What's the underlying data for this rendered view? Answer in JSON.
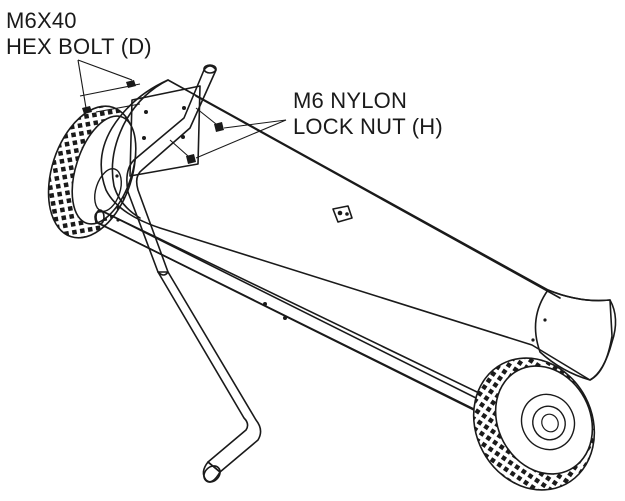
{
  "callouts": {
    "bolt": {
      "line1": "M6X40",
      "line2": "HEX BOLT (D)"
    },
    "nut": {
      "line1": "M6 NYLON",
      "line2": "LOCK NUT (H)"
    }
  },
  "colors": {
    "line": "#1a1a1a",
    "background": "#ffffff"
  }
}
